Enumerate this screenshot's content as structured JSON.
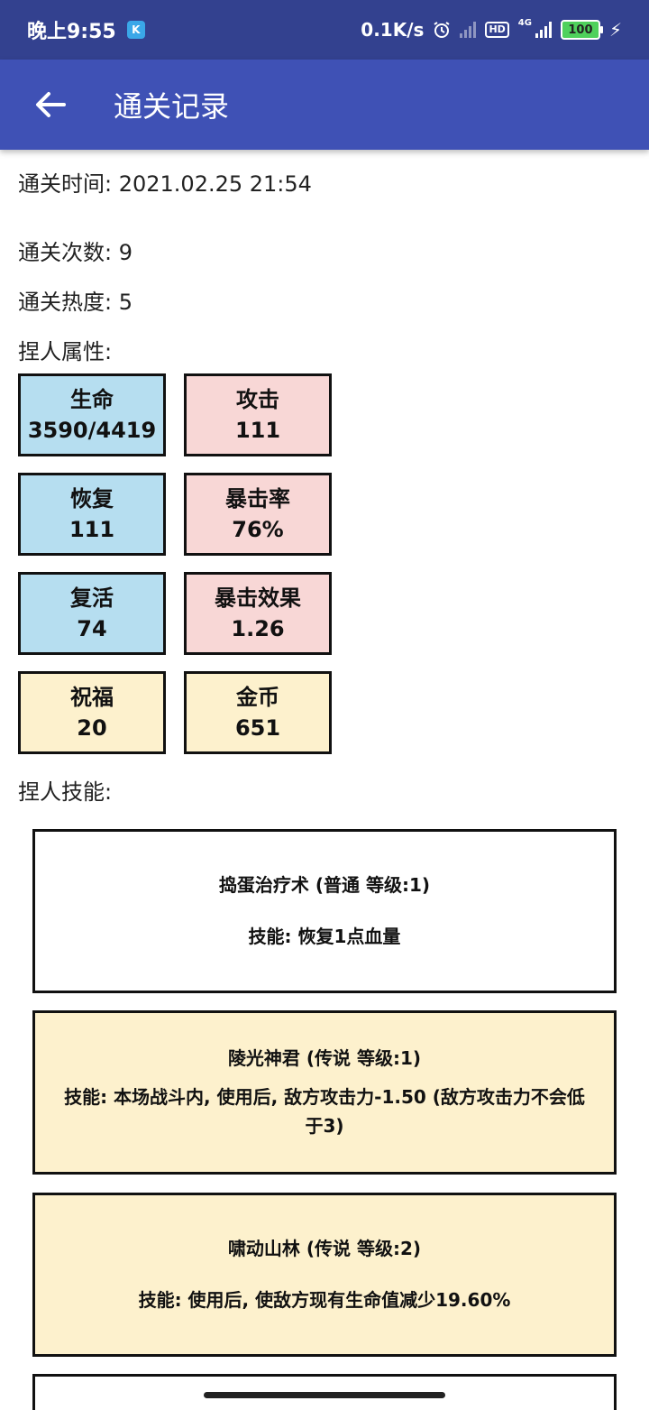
{
  "status_bar": {
    "time": "晚上9:55",
    "app_badge": "K",
    "net_speed": "0.1K/s",
    "hd_label": "HD",
    "network_type": "4G",
    "battery": "100"
  },
  "app_bar": {
    "title": "通关记录"
  },
  "info": {
    "clear_time": "通关时间: 2021.02.25 21:54",
    "clear_count": "通关次数: 9",
    "clear_heat": "通关热度: 5",
    "attributes_label": "捏人属性:"
  },
  "attributes": [
    {
      "label": "生命",
      "value": "3590/4419"
    },
    {
      "label": "攻击",
      "value": "111"
    },
    {
      "label": "恢复",
      "value": "111"
    },
    {
      "label": "暴击率",
      "value": "76%"
    },
    {
      "label": "复活",
      "value": "74"
    },
    {
      "label": "暴击效果",
      "value": "1.26"
    },
    {
      "label": "祝福",
      "value": "20"
    },
    {
      "label": "金币",
      "value": "651"
    }
  ],
  "skills_label": "捏人技能:",
  "skills": [
    {
      "name": "捣蛋治疗术 (普通 等级:1)",
      "desc": "技能: 恢复1点血量"
    },
    {
      "name": "陵光神君 (传说 等级:1)",
      "desc": "技能: 本场战斗内, 使用后, 敌方攻击力-1.50 (敌方攻击力不会低于3)"
    },
    {
      "name": "啸动山林 (传说 等级:2)",
      "desc": "技能: 使用后, 使敌方现有生命值减少19.60%"
    }
  ],
  "colors": {
    "status_bar": "#33418f",
    "app_bar": "#3f51b5",
    "attr_blue": "#b6def0",
    "attr_pink": "#f8d7d6",
    "attr_yellow": "#fdf1cd"
  }
}
